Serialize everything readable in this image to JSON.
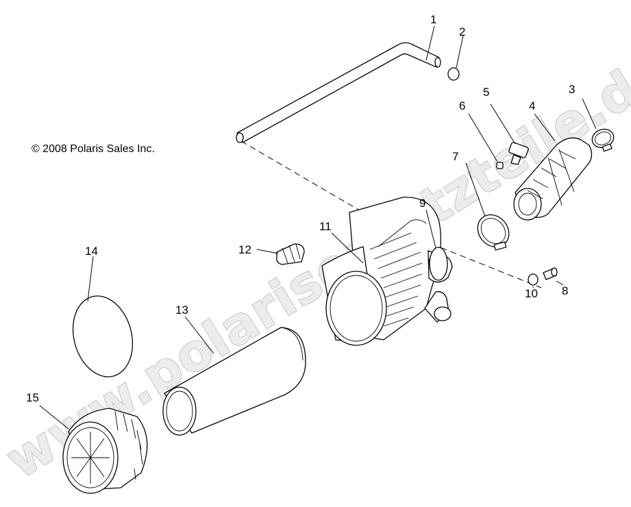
{
  "copyright": "© 2008 Polaris Sales Inc.",
  "watermark": "www.polarisersatzteile.de",
  "callouts": {
    "c1": "1",
    "c2": "2",
    "c3": "3",
    "c4": "4",
    "c5": "5",
    "c6": "6",
    "c7": "7",
    "c8": "8",
    "c9": "9",
    "c10": "10",
    "c11": "11",
    "c12": "12",
    "c13": "13",
    "c14": "14",
    "c15": "15"
  }
}
